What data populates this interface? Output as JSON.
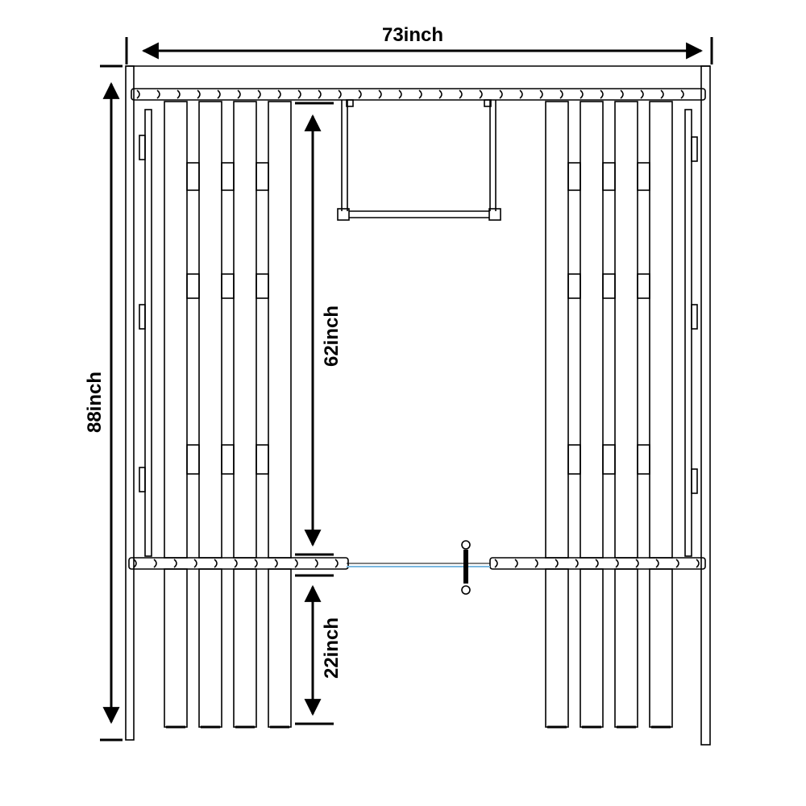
{
  "diagram": {
    "dimensions": {
      "overall_width": "73inch",
      "overall_height": "88inch",
      "upper_section_height": "62inch",
      "lower_section_height": "22inch"
    },
    "colors": {
      "line": "#000000",
      "glass_accent": "#7ab8e0",
      "background": "#ffffff"
    }
  }
}
